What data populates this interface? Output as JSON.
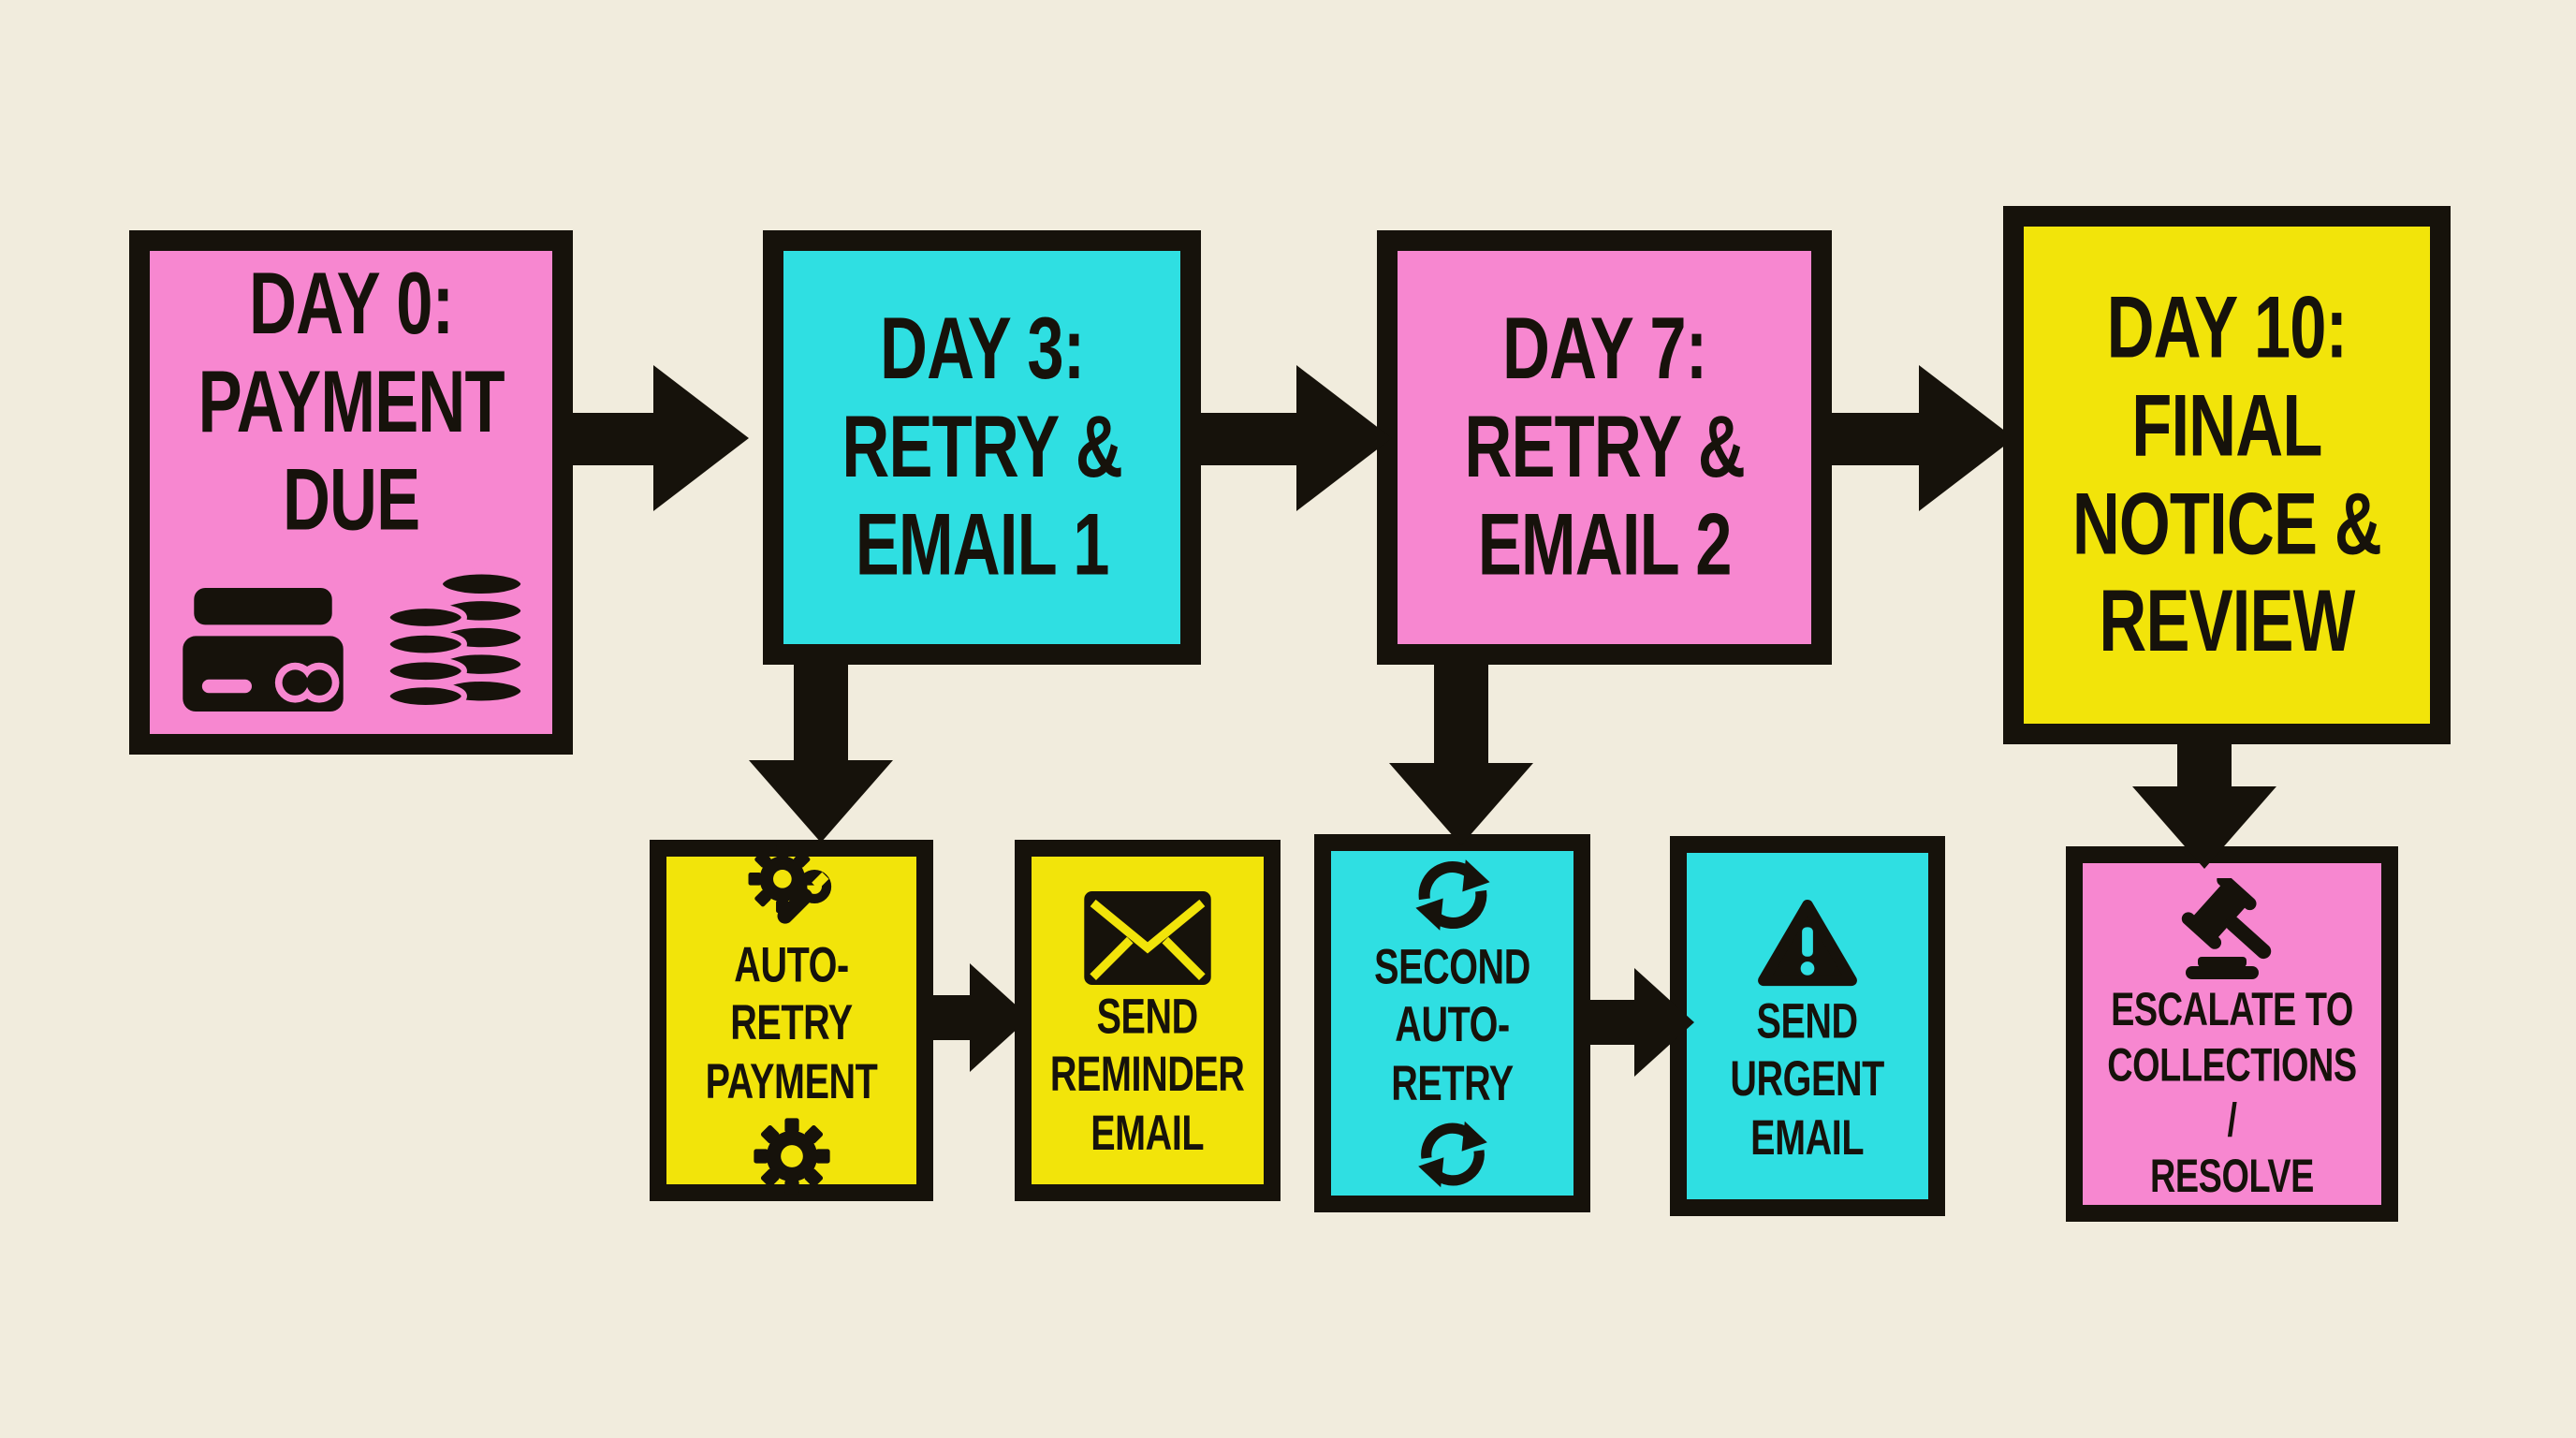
{
  "diagram": {
    "title": "Payment dunning flow (Day 0 to Day 10)",
    "background_color": "#F1ECDD",
    "colors": {
      "pink": "#F787D0",
      "cyan": "#2FDFE2",
      "yellow": "#F2E40A",
      "ink": "#16120B"
    },
    "top_row": [
      {
        "id": "day0",
        "color": "pink",
        "lines": [
          "DAY 0:",
          "PAYMENT",
          "DUE"
        ],
        "icons": [
          "credit-card-icon",
          "coins-icon"
        ]
      },
      {
        "id": "day3",
        "color": "cyan",
        "lines": [
          "DAY 3:",
          "RETRY &",
          "EMAIL 1"
        ],
        "icons": []
      },
      {
        "id": "day7",
        "color": "pink",
        "lines": [
          "DAY 7:",
          "RETRY &",
          "EMAIL 2"
        ],
        "icons": []
      },
      {
        "id": "day10",
        "color": "yellow",
        "lines": [
          "DAY 10:",
          "FINAL",
          "NOTICE &",
          "REVIEW"
        ],
        "icons": []
      }
    ],
    "bottom_row": [
      {
        "id": "auto-retry",
        "color": "yellow",
        "lines": [
          "AUTO-RETRY",
          "PAYMENT"
        ],
        "icons": [
          "gear-wrench-icon",
          "gear-icon"
        ]
      },
      {
        "id": "send-reminder",
        "color": "yellow",
        "lines": [
          "SEND",
          "REMINDER",
          "EMAIL"
        ],
        "icons": [
          "envelope-icon"
        ]
      },
      {
        "id": "second-retry",
        "color": "cyan",
        "lines": [
          "SECOND",
          "AUTO-RETRY"
        ],
        "icons": [
          "refresh-icon",
          "refresh-icon"
        ]
      },
      {
        "id": "send-urgent",
        "color": "cyan",
        "lines": [
          "SEND",
          "URGENT",
          "EMAIL"
        ],
        "icons": [
          "warning-icon"
        ]
      },
      {
        "id": "escalate",
        "color": "pink",
        "lines": [
          "ESCALATE TO",
          "COLLECTIONS /",
          "RESOLVE"
        ],
        "icons": [
          "gavel-icon"
        ]
      }
    ],
    "connections": [
      {
        "from": "day0",
        "to": "day3",
        "direction": "right"
      },
      {
        "from": "day3",
        "to": "day7",
        "direction": "right"
      },
      {
        "from": "day7",
        "to": "day10",
        "direction": "right"
      },
      {
        "from": "day3",
        "to": "auto-retry",
        "direction": "down"
      },
      {
        "from": "auto-retry",
        "to": "send-reminder",
        "direction": "right"
      },
      {
        "from": "day7",
        "to": "second-retry",
        "direction": "down"
      },
      {
        "from": "second-retry",
        "to": "send-urgent",
        "direction": "right"
      },
      {
        "from": "day10",
        "to": "escalate",
        "direction": "down"
      }
    ]
  }
}
